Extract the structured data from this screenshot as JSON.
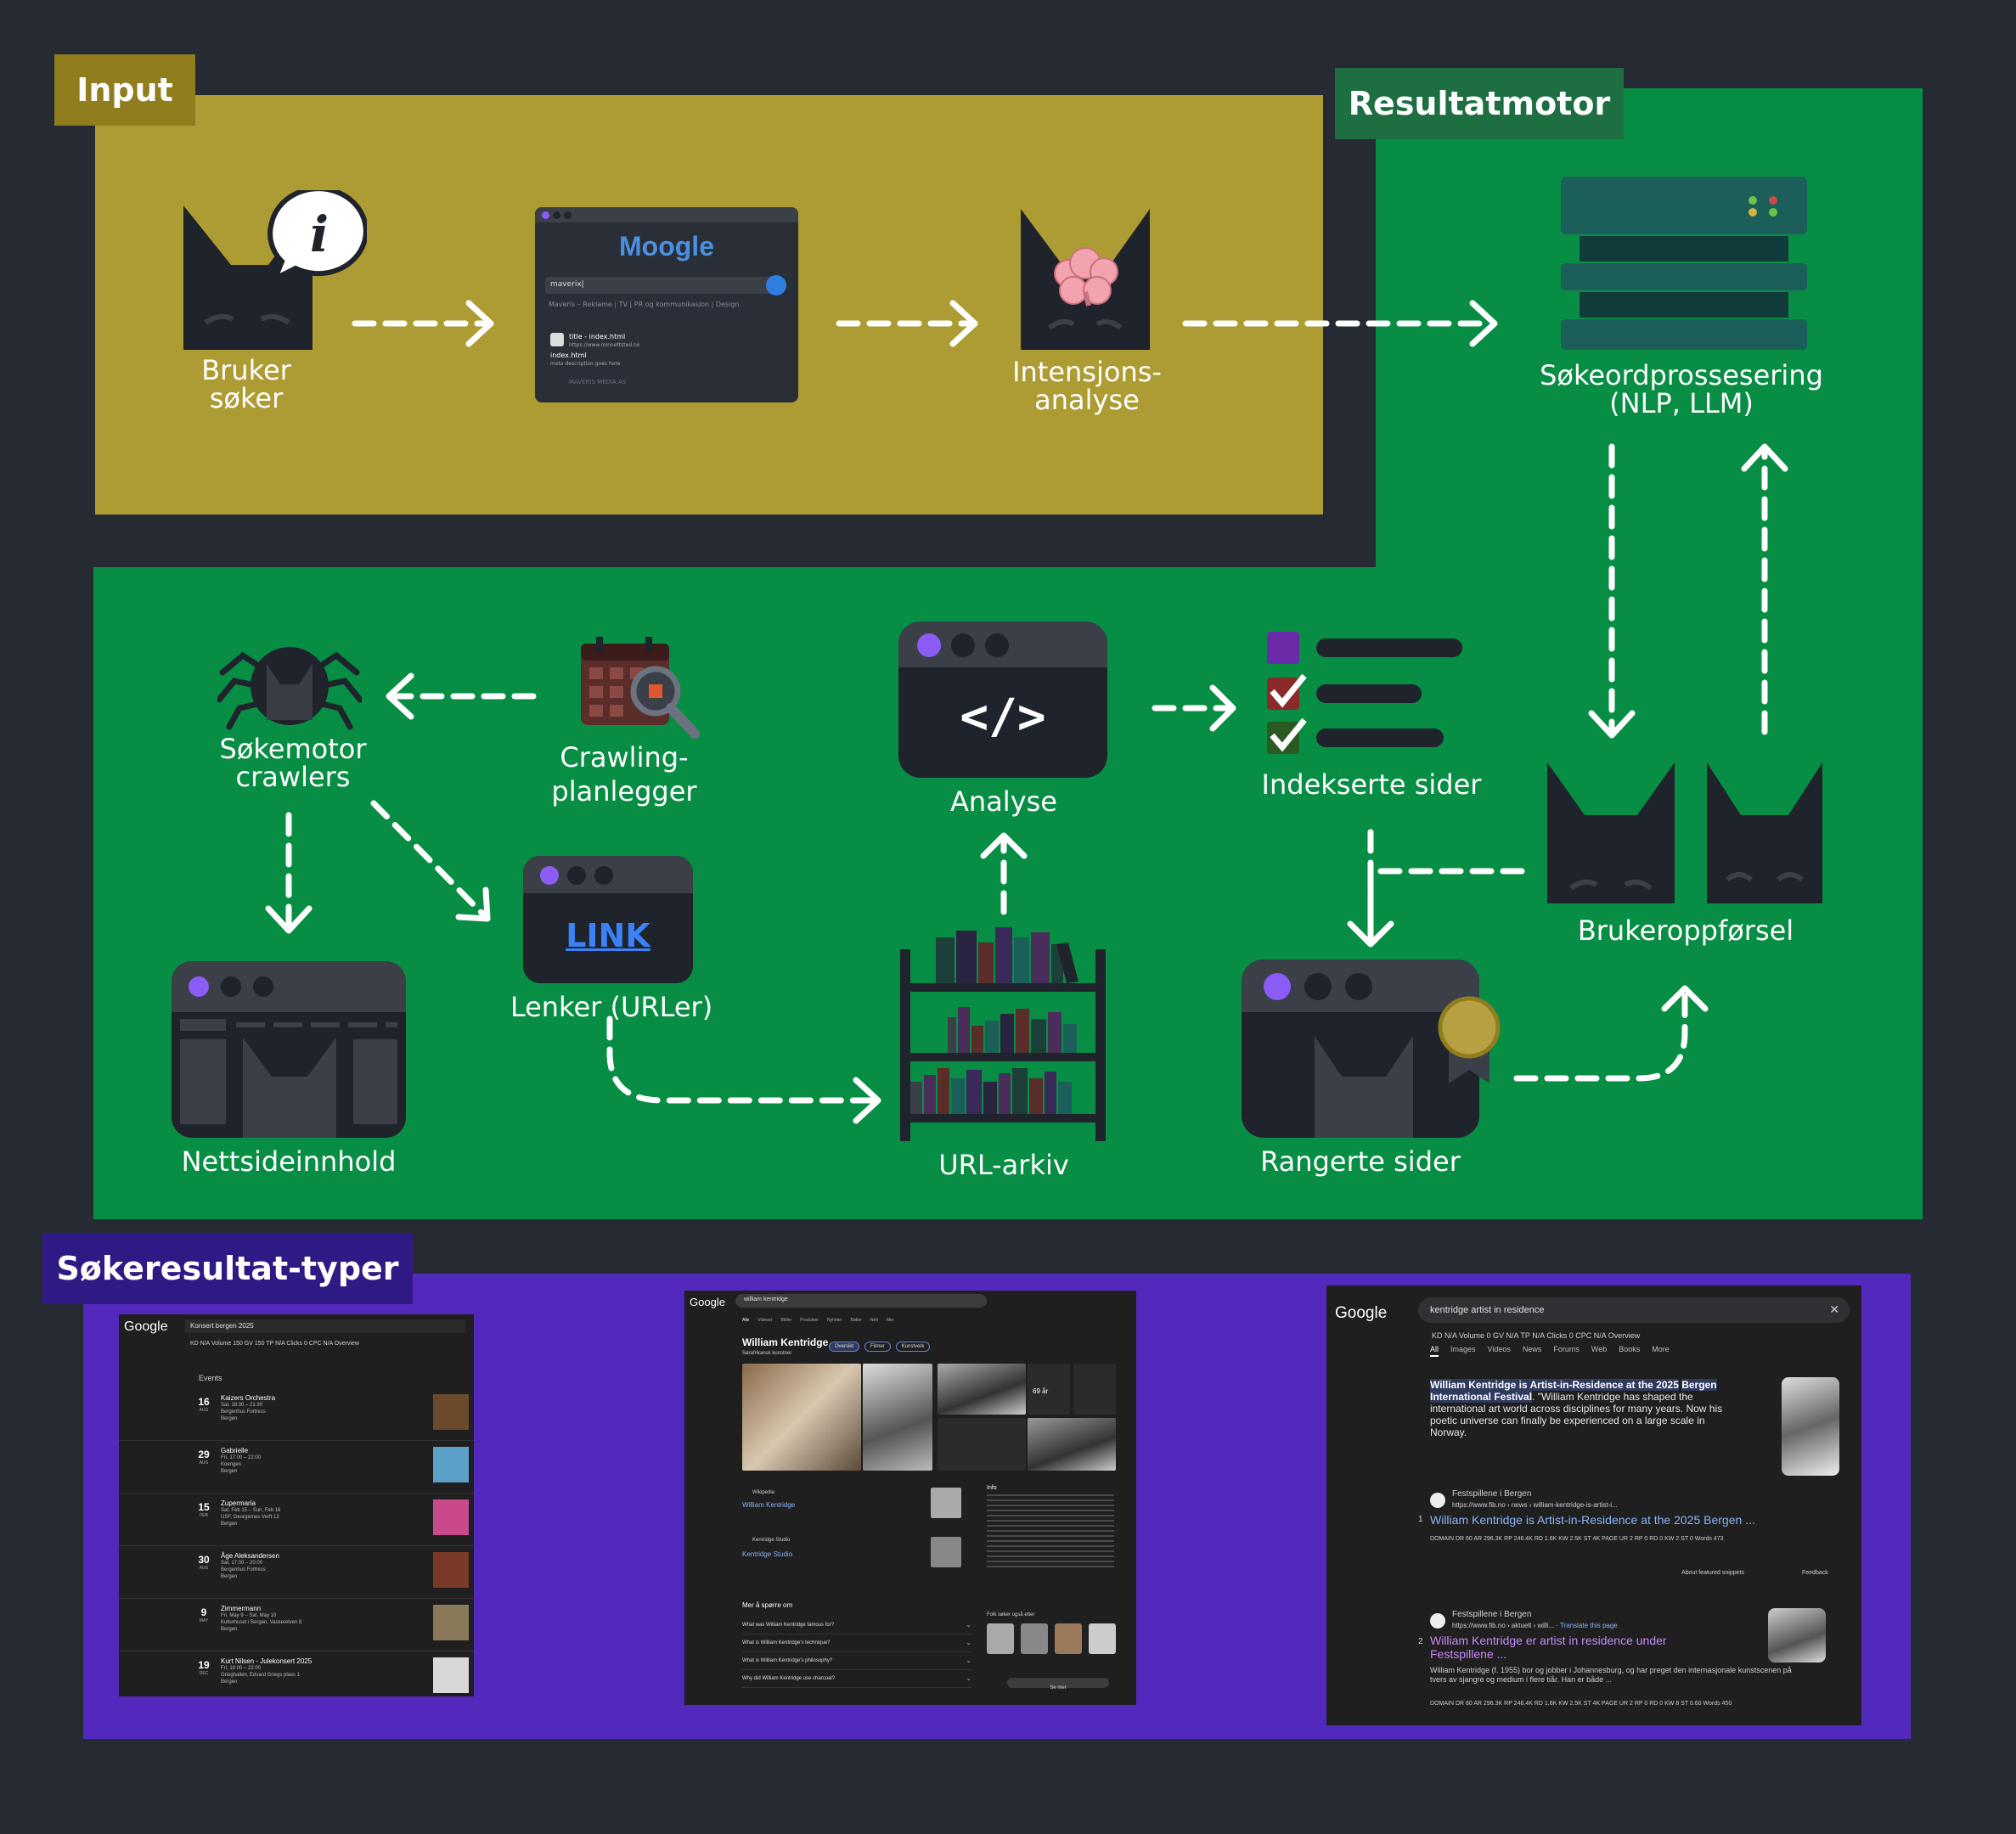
{
  "regions": {
    "input": {
      "label": "Input",
      "color": "#ad9c33",
      "tag_color": "#8f7d1e"
    },
    "results_engine": {
      "label": "Resultatmotor",
      "color": "#078e44",
      "tag_color": "#1d6e41"
    },
    "result_types": {
      "label": "Søkeresultat-typer",
      "color": "#5328bc",
      "tag_color": "#2f1a85"
    }
  },
  "nodes": {
    "user": {
      "line1": "Bruker",
      "line2": "søker"
    },
    "search_app": {
      "logo": "Moogle",
      "query": "maverix|",
      "result1": "Maveris – Reklame | TV | PR og kommunikasjon | Design",
      "result2_title": "title - index.html",
      "result2_url": "https://www.minnettsted.no",
      "result2_file": "index.html",
      "result2_desc": "meta description goes here",
      "result3": "MAVERIS MEDIA AS"
    },
    "intent": {
      "line1": "Intensjons-",
      "line2": "analyse"
    },
    "processing": {
      "line1": "Søkeordprossesering",
      "line2": "(NLP, LLM)"
    },
    "crawlers": {
      "line1": "Søkemotor",
      "line2": "crawlers"
    },
    "scheduler": {
      "line1": "Crawling-",
      "line2": "planlegger"
    },
    "analysis": {
      "line1": "Analyse",
      "code": "</>"
    },
    "indexed": {
      "line1": "Indekserte sider"
    },
    "behavior": {
      "line1": "Brukeroppførsel"
    },
    "links": {
      "line1": "Lenker (URLer)",
      "badge": "LINK"
    },
    "content": {
      "line1": "Nettsideinnhold"
    },
    "archive": {
      "line1": "URL-arkiv"
    },
    "ranked": {
      "line1": "Rangerte sider"
    }
  },
  "shot1": {
    "logo": "Google",
    "query": "Konsert bergen 2025",
    "metrics": "KD N/A Volume 150 GV 150 TP N/A Clicks 0 CPC N/A Overview",
    "events_header": "Events",
    "events": [
      {
        "day": "16",
        "month": "AUG",
        "title": "Kaizers Orchestra",
        "time": "Sat, 18:30 – 21:30",
        "venue": "Bergenhus Fortress",
        "city": "Bergen"
      },
      {
        "day": "29",
        "month": "AUG",
        "title": "Gabrielle",
        "time": "Fri, 17:00 – 22:00",
        "venue": "Koengen",
        "city": "Bergen"
      },
      {
        "day": "15",
        "month": "FEB",
        "title": "Zupermaria",
        "time": "Sat, Feb 15 – Sun, Feb 16",
        "venue": "USF, Georgernes Verft 12",
        "city": "Bergen"
      },
      {
        "day": "30",
        "month": "AUG",
        "title": "Åge Aleksandersen",
        "time": "Sat, 17:00 – 20:00",
        "venue": "Bergenhus Fortress",
        "city": "Bergen"
      },
      {
        "day": "9",
        "month": "MAY",
        "title": "Zimmermann",
        "time": "Fri, May 9 – Sat, May 10",
        "venue": "Kulturhuset i Bergen, Vaskerelven 8",
        "city": "Bergen"
      },
      {
        "day": "19",
        "month": "DEC",
        "title": "Kurt Nilsen - Julekonsert 2025",
        "time": "Fri, 18:00 – 22:00",
        "venue": "Grieghallen, Edvard Griegs plass 1",
        "city": "Bergen"
      }
    ]
  },
  "shot2": {
    "logo": "Google",
    "query": "william kentridge",
    "tabs": [
      "Alle",
      "Videoer",
      "Bilder",
      "Produkter",
      "Nyheter",
      "Bøker",
      "Nett",
      "Mer"
    ],
    "name": "William Kentridge",
    "subtitle": "Sørafrikansk kunstner",
    "chips": [
      "Oversikt",
      "Filmer",
      "Kunstverk"
    ],
    "age": "69 år",
    "result1_source": "Wikipedia",
    "result1_title": "William Kentridge",
    "result2_source": "Kentridge Studio",
    "result2_title": "Kentridge Studio",
    "info_header": "Info",
    "paa_header": "Mer å spørre om",
    "questions": [
      "What was William Kentridge famous for?",
      "What is William Kentridge's technique?",
      "What is William Kentridge's philosophy?",
      "Why did William Kentridge use charcoal?"
    ],
    "also_search": "Folk søker også etter",
    "see_more": "Se mer"
  },
  "shot3": {
    "logo": "Google",
    "query": "kentridge artist in residence",
    "metrics": "KD N/A Volume 0 GV N/A TP N/A Clicks 0 CPC N/A Overview",
    "tabs": [
      "All",
      "Images",
      "Videos",
      "News",
      "Forums",
      "Web",
      "Books",
      "More"
    ],
    "snippet_hl1": "William Kentridge",
    "snippet_hl2": " is Artist-in-Residence at the 2025",
    "snippet_hl3": "Bergen International Festival",
    "snippet_rest": ". \"William Kentridge has shaped the international art world across disciplines for many years. Now his poetic universe can finally be experienced on a large scale in Norway.",
    "r1_site": "Festspillene i Bergen",
    "r1_url": "https://www.fib.no › news › william-kentridge-is-artist-i...",
    "r1_title": "William Kentridge is Artist-in-Residence at the 2025 Bergen ...",
    "r1_num": "1",
    "snippets_note": "About featured snippets",
    "feedback": "Feedback",
    "r2_site": "Festspillene i Bergen",
    "r2_url": "https://www.fib.no › aktuelt › willi...",
    "r2_translate": "Translate this page",
    "r2_num": "2",
    "r2_title": "William Kentridge er artist in residence under Festspillene ...",
    "r2_desc": "William Kentridge (f. 1955) bor og jobber i Johannesburg, og har preget den internasjonale kunstscenen på tvers av sjangre og medium i flere tiår. Han er både ...",
    "stats1": "DOMAIN DR 60 AR 296.3K RP 246.4K RD 1.6K KW 2.5K ST 4K PAGE UR 2 RP 0 RD 0 KW 2 ST 0 Words 473",
    "stats2": "DOMAIN DR 60 AR 296.3K RP 246.4K RD 1.6K KW 2.5K ST 4K PAGE UR 2 RP 0 RD 0 KW 8 ST 0.60 Words 450"
  }
}
